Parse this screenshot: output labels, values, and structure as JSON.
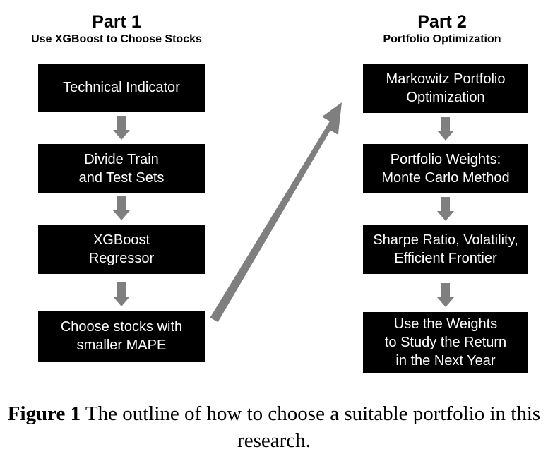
{
  "part1": {
    "title": "Part 1",
    "subtitle": "Use XGBoost to Choose Stocks",
    "steps": [
      "Technical Indicator",
      "Divide Train\nand Test Sets",
      "XGBoost\nRegressor",
      "Choose stocks with\nsmaller MAPE"
    ]
  },
  "part2": {
    "title": "Part 2",
    "subtitle": "Portfolio Optimization",
    "steps": [
      "Markowitz Portfolio\nOptimization",
      "Portfolio Weights:\nMonte Carlo Method",
      "Sharpe Ratio, Volatility,\nEfficient Frontier",
      "Use the Weights\nto Study the Return\nin the Next Year"
    ]
  },
  "caption": {
    "label": "Figure 1",
    "text": " The outline of how to choose a suitable portfolio in this research."
  },
  "colors": {
    "box": "#000000",
    "box_text": "#ffffff",
    "arrow": "#7f7f7f"
  }
}
